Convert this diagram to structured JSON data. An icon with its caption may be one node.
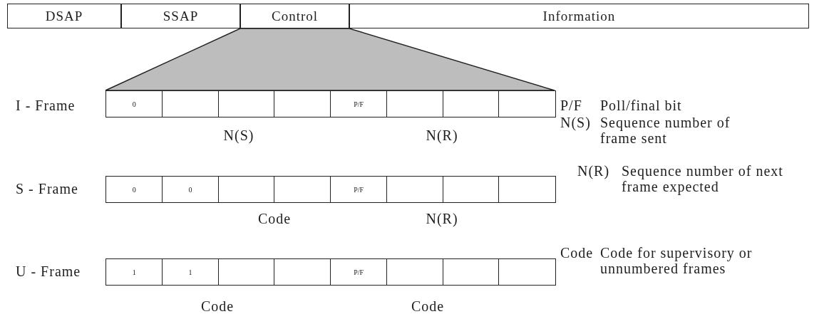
{
  "diagram": {
    "nodes": [
      {
        "text": [
          "DSAP"
        ]
      },
      {
        "text": [
          "SSAP"
        ]
      },
      {
        "text": [
          "Control"
        ]
      },
      {
        "text": [
          "Information"
        ]
      },
      {
        "text": [],
        "shape": "trapezoid"
      },
      {
        "text": [
          "0"
        ]
      },
      {
        "text": [],
        "shape": "box"
      },
      {
        "text": [],
        "shape": "box"
      },
      {
        "text": [],
        "shape": "box"
      },
      {
        "text": [
          "P/F"
        ]
      },
      {
        "text": [],
        "shape": "box"
      },
      {
        "text": [],
        "shape": "box"
      },
      {
        "text": [],
        "shape": "box"
      },
      {
        "text": [
          "0"
        ]
      },
      {
        "text": [
          "0"
        ]
      },
      {
        "text": [],
        "shape": "box"
      },
      {
        "text": [],
        "shape": "box"
      },
      {
        "text": [
          "P/F"
        ]
      },
      {
        "text": [],
        "shape": "box"
      },
      {
        "text": [],
        "shape": "box"
      },
      {
        "text": [],
        "shape": "box"
      },
      {
        "text": [
          "1"
        ]
      },
      {
        "text": [
          "1"
        ]
      },
      {
        "text": [],
        "shape": "box"
      },
      {
        "text": [],
        "shape": "box"
      },
      {
        "text": [
          "P/F"
        ]
      },
      {
        "text": [],
        "shape": "box"
      },
      {
        "text": [],
        "shape": "box"
      },
      {
        "text": [],
        "shape": "box"
      }
    ],
    "labels": [
      "I - Frame",
      "N(S)",
      "N(R)",
      "S - Frame",
      "Code",
      "N(R)",
      "U - Frame",
      "Code",
      "Code",
      "P/F",
      "Poll/final bit",
      "N(S)",
      "Sequence number of frame sent",
      "N(R)",
      "Sequence number of next frame expected",
      "Code",
      "Code for supervisory or unnumbered frames"
    ]
  }
}
